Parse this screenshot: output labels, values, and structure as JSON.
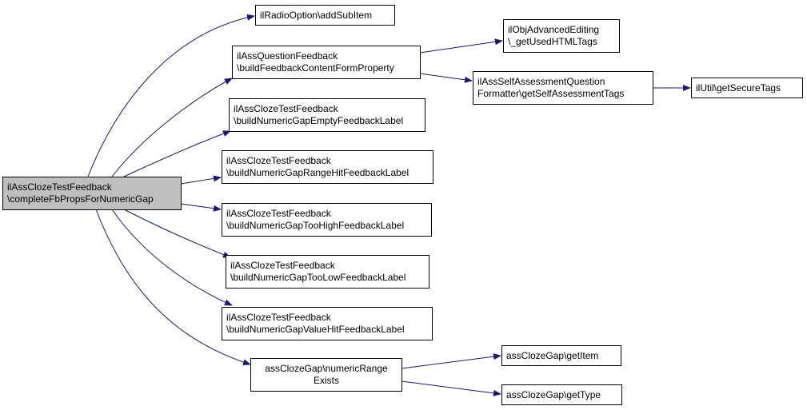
{
  "colors": {
    "edge": "#191970",
    "root_fill": "#bfbfbf",
    "node_fill": "#ffffff",
    "border": "#000000"
  },
  "nodes": {
    "root": {
      "line1": "ilAssClozeTestFeedback",
      "line2": "\\completeFbPropsForNumericGap"
    },
    "add_sub_item": {
      "line1": "ilRadioOption\\addSubItem"
    },
    "build_feedback_content": {
      "line1": "ilAssQuestionFeedback",
      "line2": "\\buildFeedbackContentFormProperty"
    },
    "get_used_html_tags": {
      "line1": "ilObjAdvancedEditing",
      "line2": "\\_getUsedHTMLTags"
    },
    "self_assessment_tags": {
      "line1": "ilAssSelfAssessmentQuestion",
      "line2": "Formatter\\getSelfAssessmentTags"
    },
    "get_secure_tags": {
      "line1": "ilUtil\\getSecureTags"
    },
    "empty_label": {
      "line1": "ilAssClozeTestFeedback",
      "line2": "\\buildNumericGapEmptyFeedbackLabel"
    },
    "range_hit_label": {
      "line1": "ilAssClozeTestFeedback",
      "line2": "\\buildNumericGapRangeHitFeedbackLabel"
    },
    "too_high_label": {
      "line1": "ilAssClozeTestFeedback",
      "line2": "\\buildNumericGapTooHighFeedbackLabel"
    },
    "too_low_label": {
      "line1": "ilAssClozeTestFeedback",
      "line2": "\\buildNumericGapTooLowFeedbackLabel"
    },
    "value_hit_label": {
      "line1": "ilAssClozeTestFeedback",
      "line2": "\\buildNumericGapValueHitFeedbackLabel"
    },
    "numeric_range_exists": {
      "line1": "assClozeGap\\numericRange",
      "line2": "Exists"
    },
    "get_item": {
      "line1": "assClozeGap\\getItem"
    },
    "get_type": {
      "line1": "assClozeGap\\getType"
    }
  }
}
